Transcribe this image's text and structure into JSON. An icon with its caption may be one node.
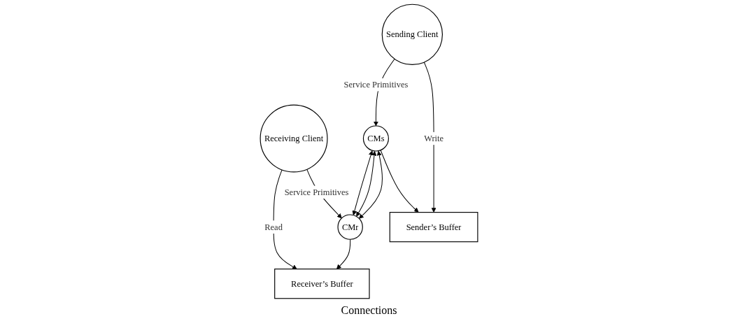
{
  "diagram": {
    "nodes": [
      {
        "text": [
          "Sending Client"
        ]
      },
      {
        "text": [
          "Receiving Client"
        ]
      },
      {
        "text": [
          "Sender’s Buffer"
        ]
      },
      {
        "text": [
          "CMs"
        ]
      },
      {
        "text": [
          "CMr"
        ]
      },
      {
        "text": [
          "Receiver’s Buffer"
        ]
      }
    ],
    "edges": [
      {
        "from": 0,
        "to": 2,
        "arrow": "to",
        "label": "Write"
      },
      {
        "from": 0,
        "to": 3,
        "arrow": "to",
        "label": "Service Primitives"
      },
      {
        "from": 1,
        "to": 4,
        "arrow": "to",
        "label": "Service Primitives"
      },
      {
        "from": 1,
        "to": 5,
        "arrow": "to",
        "label": "Read"
      },
      {
        "from": 3,
        "to": 2,
        "arrow": "to"
      },
      {
        "from": 4,
        "to": 5,
        "arrow": "to"
      },
      {
        "from": 3,
        "to": 4,
        "arrow": "both"
      },
      {
        "from": 3,
        "to": 4,
        "arrow": "both"
      },
      {
        "from": 3,
        "to": 4,
        "arrow": "both"
      }
    ],
    "labels": [
      "Connections"
    ]
  }
}
